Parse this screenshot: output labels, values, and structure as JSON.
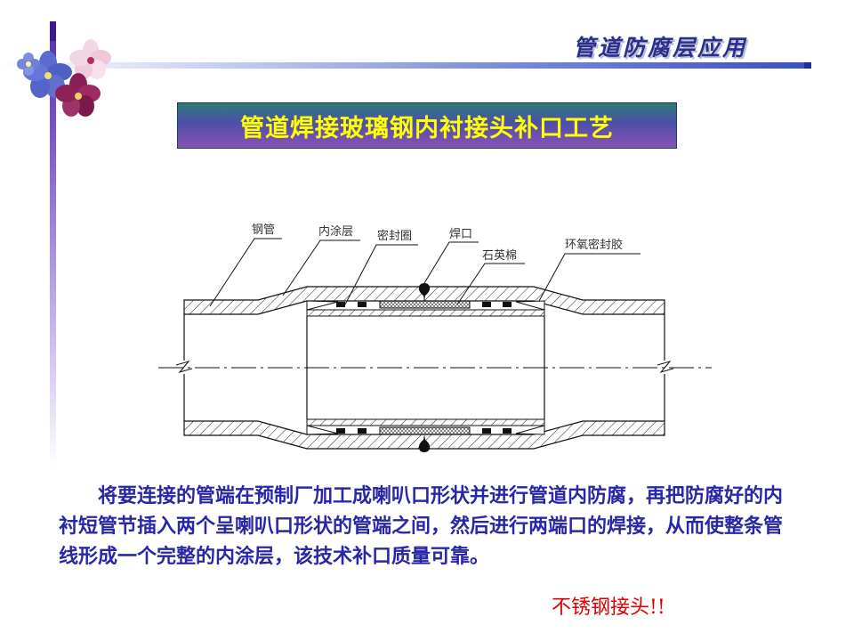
{
  "header": {
    "title": "管道防腐层应用"
  },
  "slide": {
    "title": "管道焊接玻璃钢内衬接头补口工艺"
  },
  "diagram": {
    "labels": {
      "steel_pipe": "钢管",
      "inner_coating": "内涂层",
      "seal_ring": "密封圈",
      "weld": "焊口",
      "quartz_wool": "石英棉",
      "epoxy_sealant": "环氧密封胶"
    }
  },
  "body": {
    "description": "将要连接的管端在预制厂加工成喇叭口形状并进行管道内防腐，再把防腐好的内衬短管节插入两个呈喇叭口形状的管端之间，然后进行两端口的焊接，从而使整条管线形成一个完整的内涂层，该技术补口质量可靠。",
    "note": "不锈钢接头!!"
  },
  "colors": {
    "title_bg": "#4d4fa8",
    "title_text": "#ffff00",
    "body_text": "#2727a8",
    "note_text": "#e00000",
    "header_text": "#2b2f8a"
  }
}
